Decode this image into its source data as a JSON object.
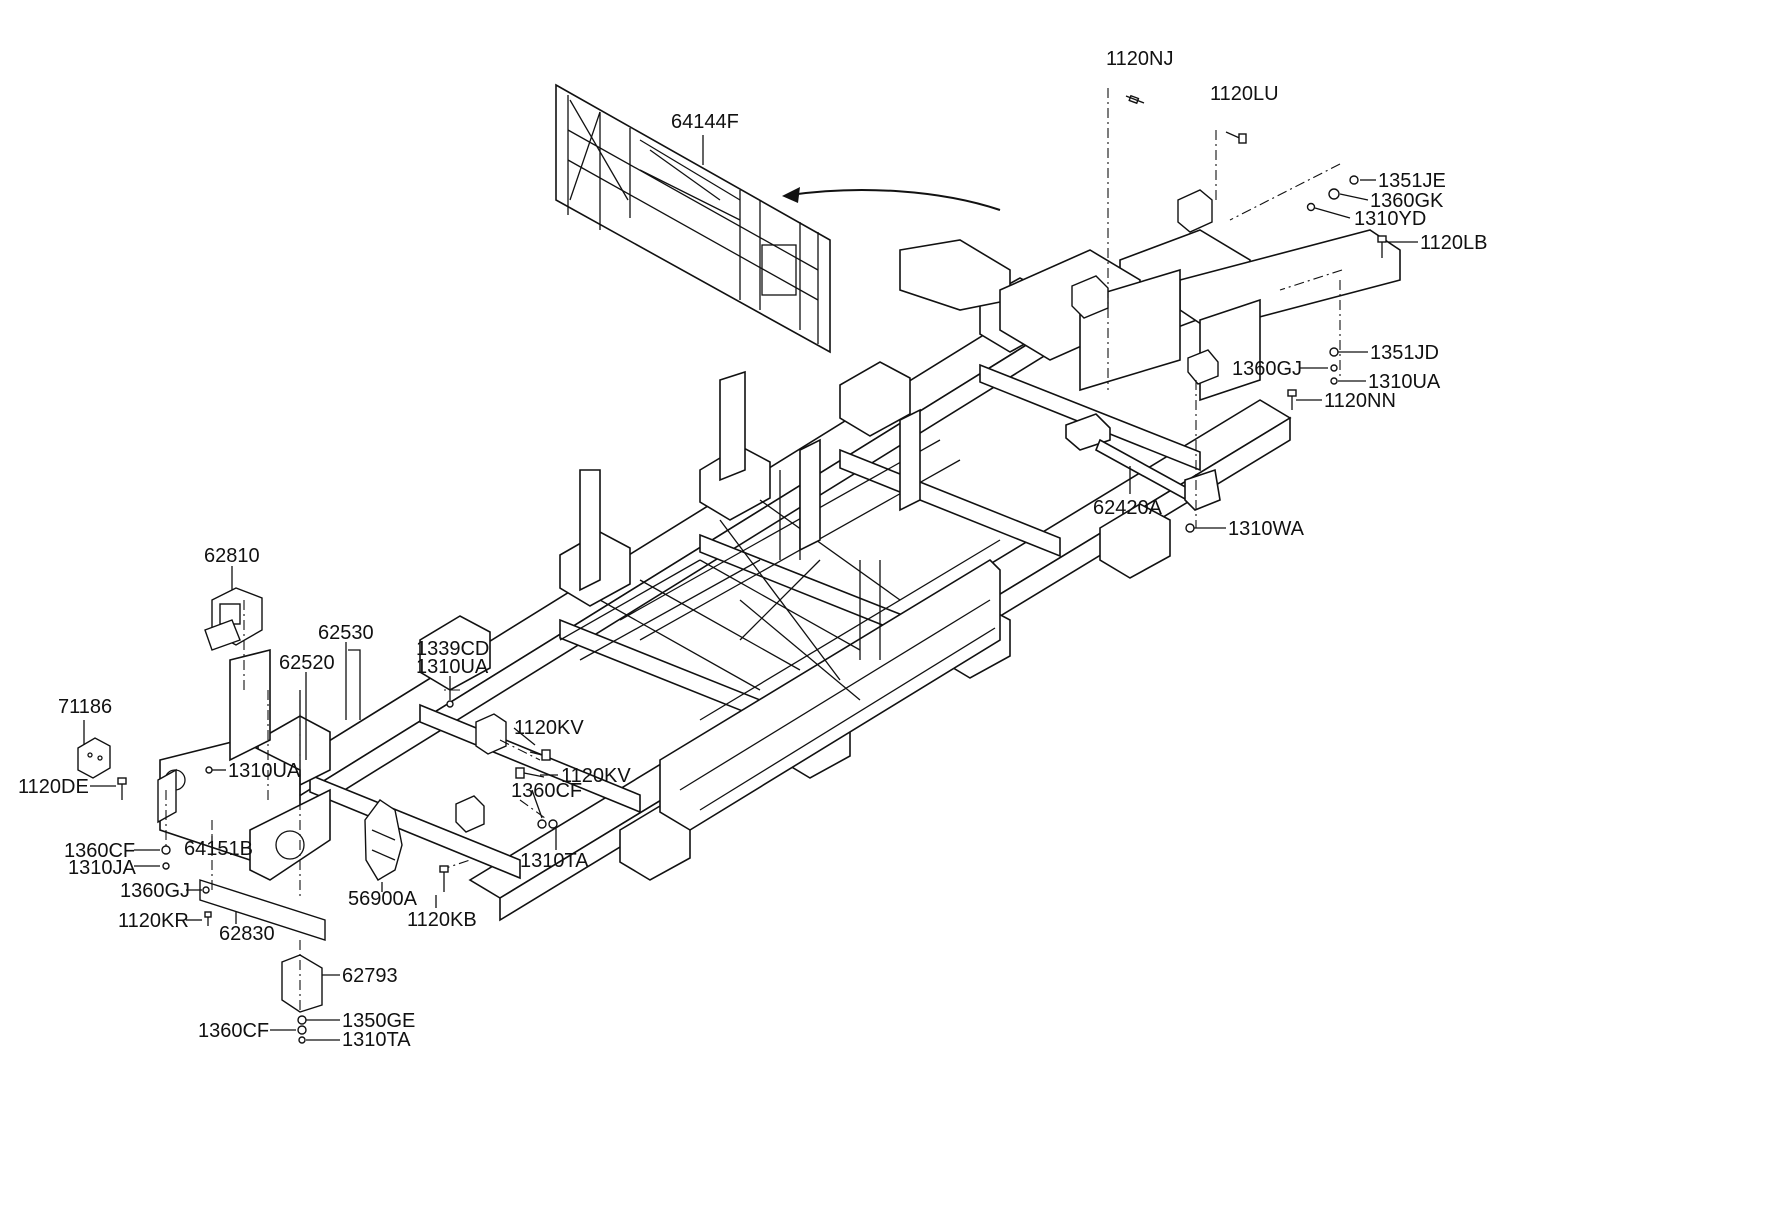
{
  "labels": {
    "p1120NJ": "1120NJ",
    "p1120LU": "1120LU",
    "p64144F": "64144F",
    "p1351JE": "1351JE",
    "p1360GK": "1360GK",
    "p1310YD": "1310YD",
    "p1120LB": "1120LB",
    "p1351JD": "1351JD",
    "p1360GJ_r": "1360GJ",
    "p1310UA_r": "1310UA",
    "p1120NN": "1120NN",
    "p62420A": "62420A",
    "p1310WA": "1310WA",
    "p62810": "62810",
    "p62530": "62530",
    "p62520": "62520",
    "p1339CD": "1339CD",
    "p1310UA_m": "1310UA",
    "p71186": "71186",
    "p1120KV_a": "1120KV",
    "p1120KV_b": "1120KV",
    "p1310UA_l": "1310UA",
    "p1120DE": "1120DE",
    "p1360CF_a": "1360CF",
    "p1360CF_b": "1360CF",
    "p64151B": "64151B",
    "p1310JA": "1310JA",
    "p1310TA_a": "1310TA",
    "p1360GJ_l": "1360GJ",
    "p56900A": "56900A",
    "p1120KR": "1120KR",
    "p62830": "62830",
    "p1120KB": "1120KB",
    "p62793": "62793",
    "p1360CF_c": "1360CF",
    "p1350GE": "1350GE",
    "p1310TA_b": "1310TA"
  },
  "icons": {
    "bolt": "bolt-icon",
    "nut": "nut-icon",
    "washer": "washer-icon"
  },
  "colors": {
    "line": "#111111",
    "background": "#ffffff"
  }
}
